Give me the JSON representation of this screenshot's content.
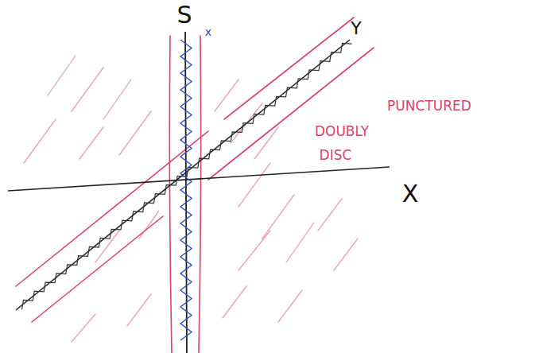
{
  "diagram": {
    "labels": [
      "S",
      "Y",
      "X",
      "x",
      "DOUBLY",
      "PUNCTURED",
      "DISC"
    ]
  }
}
